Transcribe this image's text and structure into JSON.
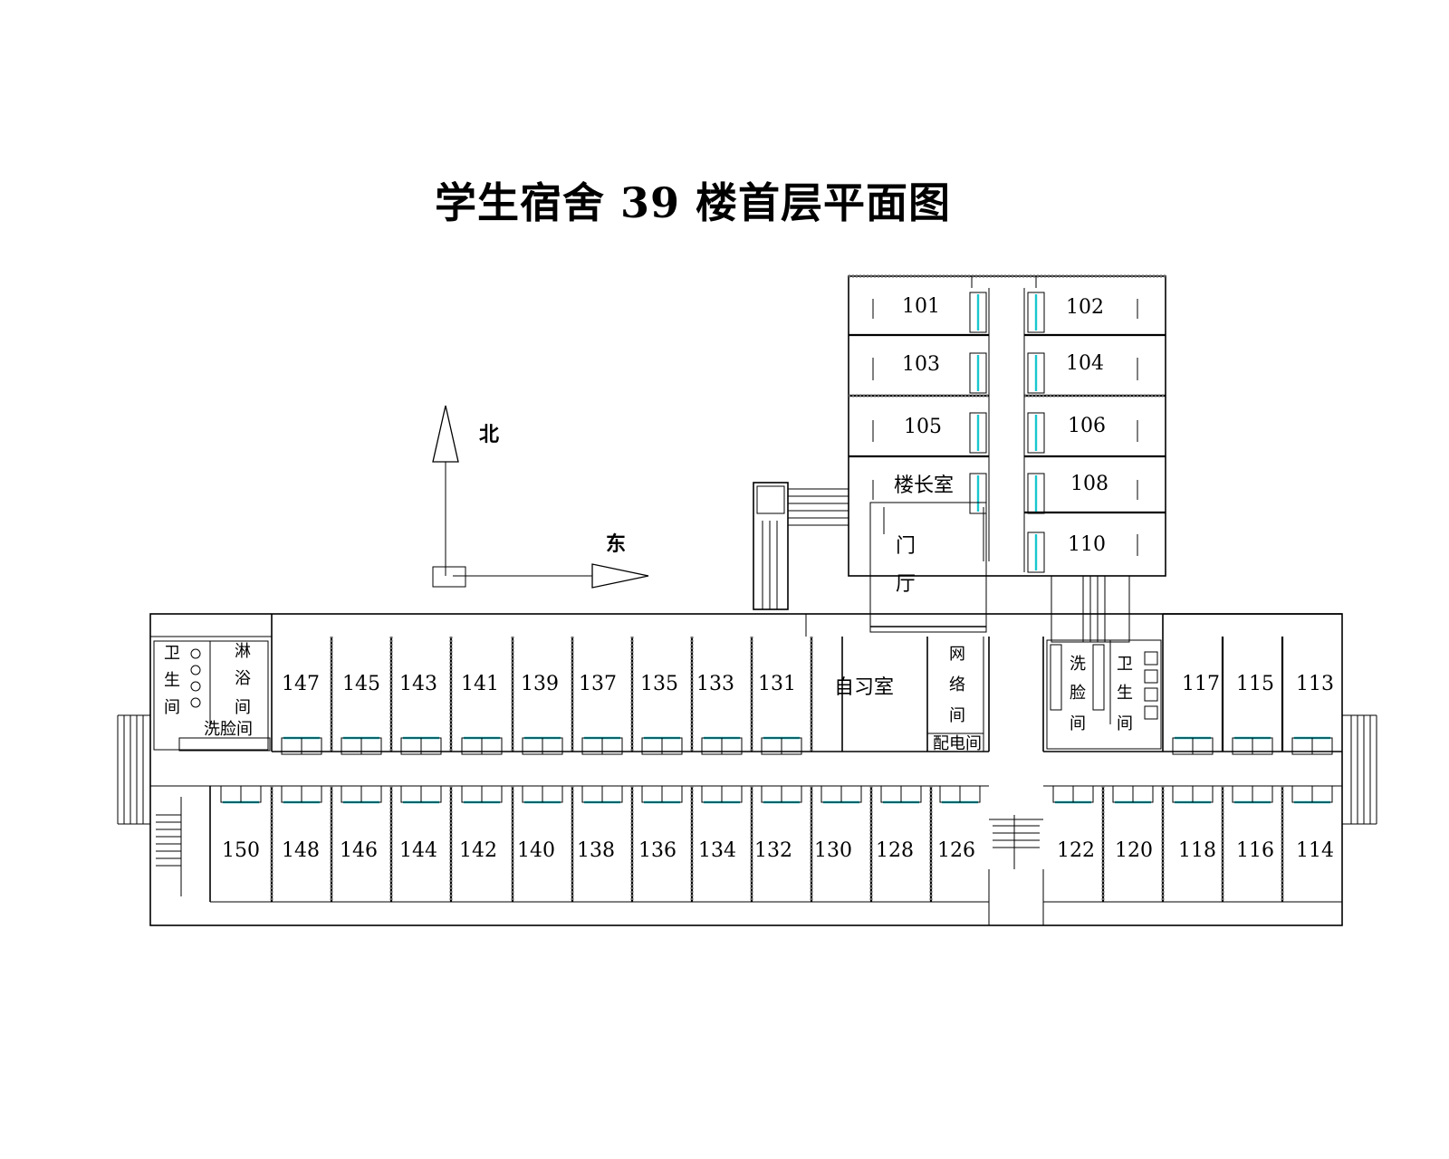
{
  "title": "学生宿舍 39 楼首层平面图",
  "compass": {
    "north": "北",
    "east": "东"
  },
  "rooms": {
    "r101": "101",
    "r102": "102",
    "r103": "103",
    "r104": "104",
    "r105": "105",
    "r106": "106",
    "r108": "108",
    "r110": "110",
    "louzhang": "楼长室",
    "menting_1": "门",
    "menting_2": "厅",
    "r147": "147",
    "r145": "145",
    "r143": "143",
    "r141": "141",
    "r139": "139",
    "r137": "137",
    "r135": "135",
    "r133": "133",
    "r131": "131",
    "zixi": "自习室",
    "wangluo_1": "网",
    "wangluo_2": "络",
    "wangluo_3": "间",
    "peidian": "配电间",
    "r117": "117",
    "r115": "115",
    "r113": "113",
    "r150": "150",
    "r148": "148",
    "r146": "146",
    "r144": "144",
    "r142": "142",
    "r140": "140",
    "r138": "138",
    "r136": "136",
    "r134": "134",
    "r132": "132",
    "r130": "130",
    "r128": "128",
    "r126": "126",
    "r122": "122",
    "r120": "120",
    "r118": "118",
    "r116": "116",
    "r114": "114"
  },
  "west_service": {
    "wc_1": "卫",
    "wc_2": "生",
    "wc_3": "间",
    "shower_1": "淋",
    "shower_2": "浴",
    "shower_3": "间",
    "wash": "洗脸间"
  },
  "east_service": {
    "wash_1": "洗",
    "wash_2": "脸",
    "wash_3": "间",
    "wc_1": "卫",
    "wc_2": "生",
    "wc_3": "间"
  },
  "colors": {
    "window": "#19c6cf",
    "line": "#000000"
  }
}
